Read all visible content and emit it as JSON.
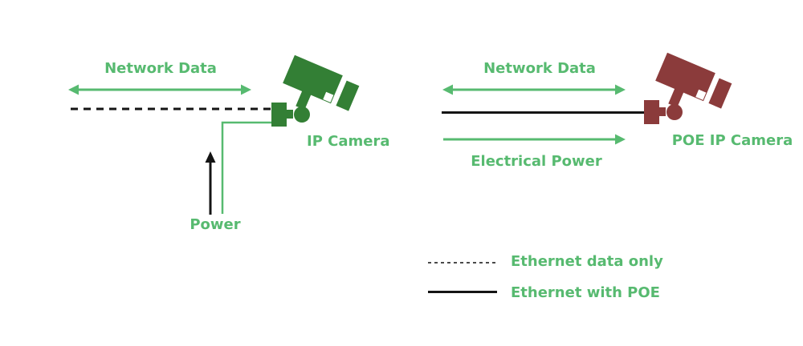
{
  "colors": {
    "accent_green": "#57ba70",
    "camera_green": "#337f35",
    "camera_maroon": "#8b3b3b",
    "line_black": "#141414",
    "legend_gray": "#4a4a4a"
  },
  "left_diagram": {
    "network_data_label": "Network Data",
    "camera_label": "IP Camera",
    "power_label": "Power"
  },
  "right_diagram": {
    "network_data_label": "Network Data",
    "electrical_power_label": "Electrical Power",
    "camera_label": "POE IP Camera"
  },
  "legend": {
    "items": [
      {
        "line_style": "dashed",
        "label": "Ethernet data only"
      },
      {
        "line_style": "solid",
        "label": "Ethernet with POE"
      }
    ]
  }
}
